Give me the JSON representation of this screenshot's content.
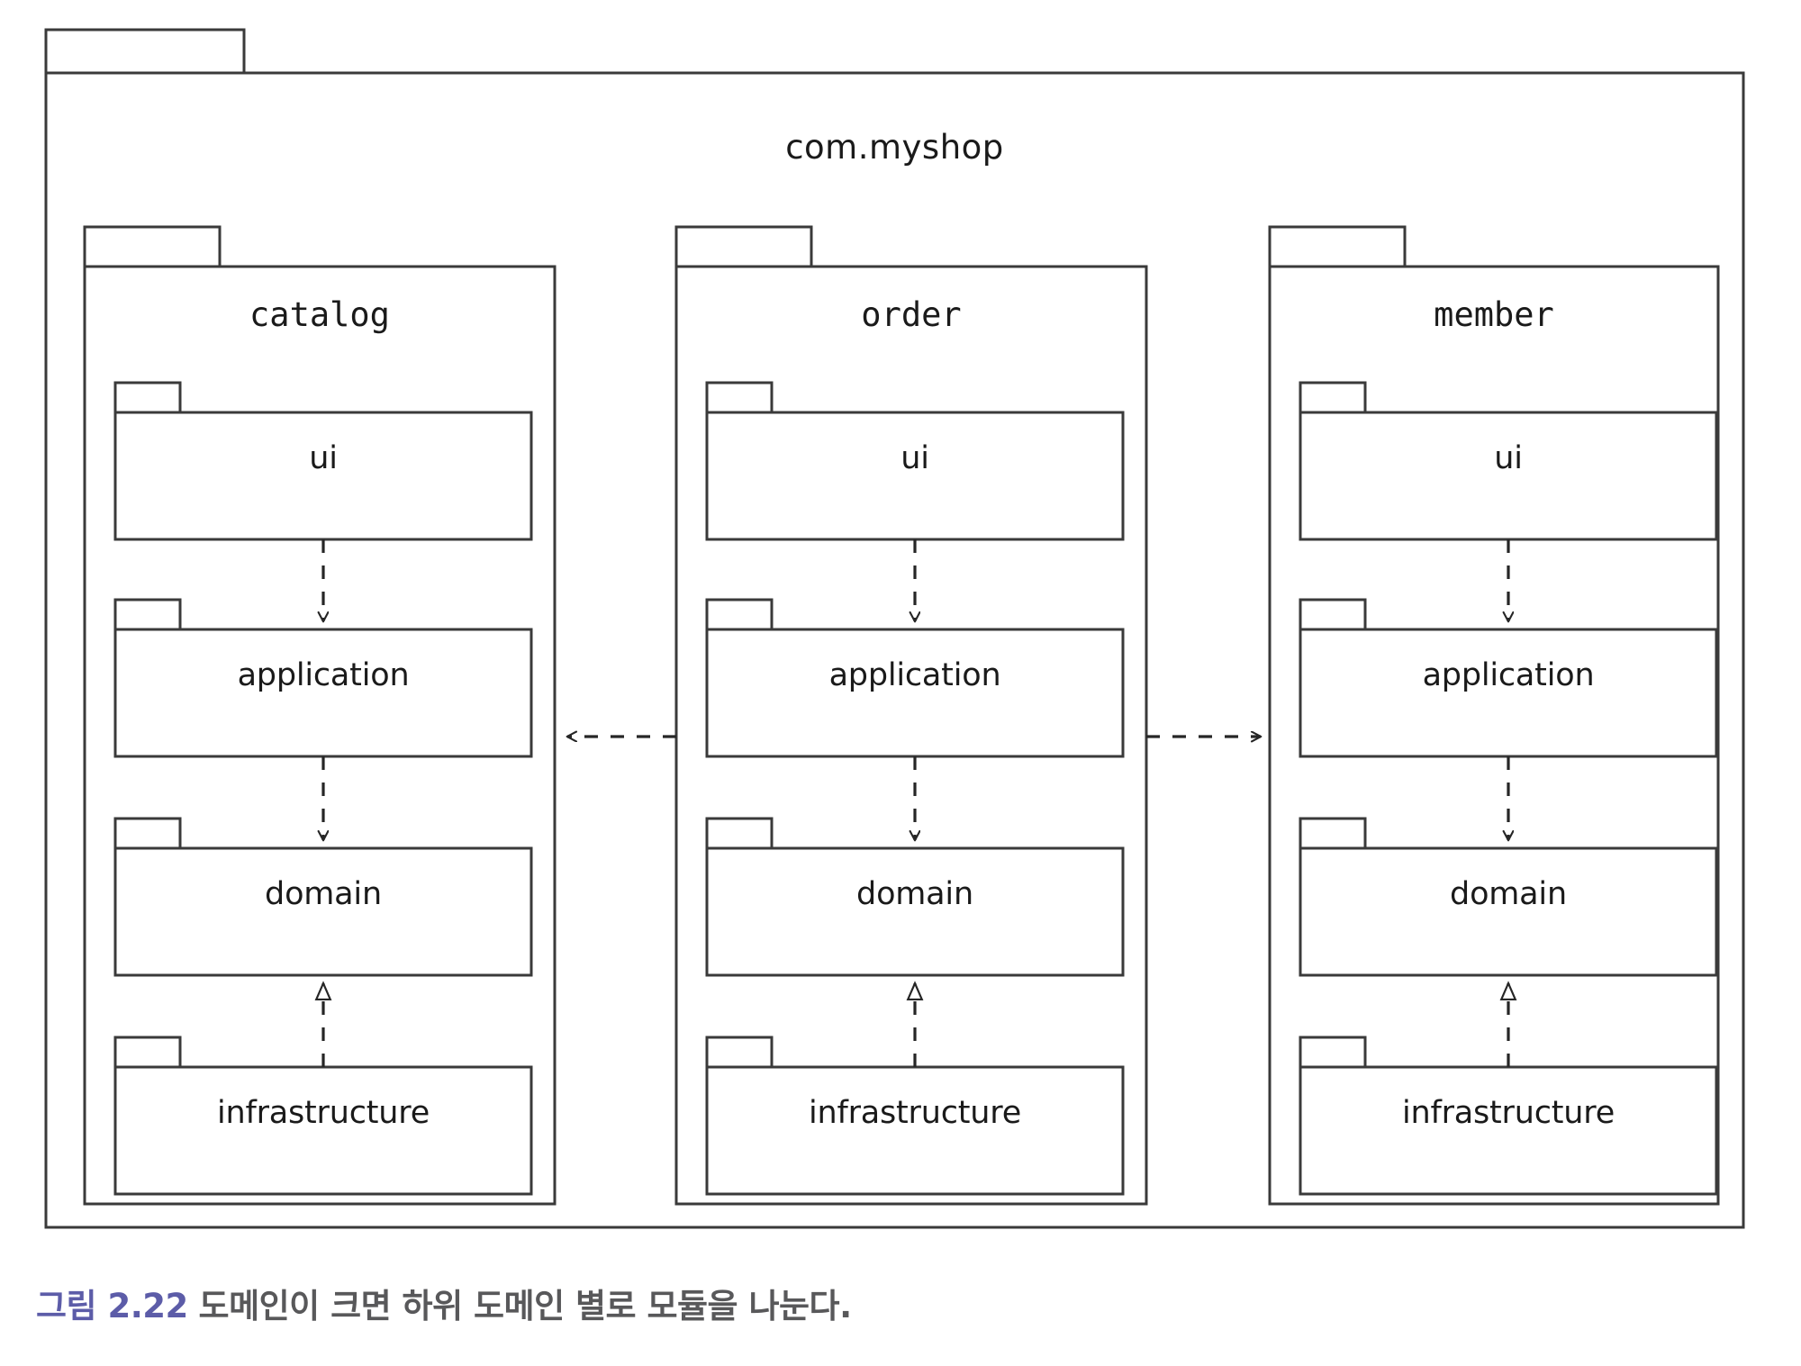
{
  "figure": {
    "domain_type": "uml-package-diagram",
    "root_package": "com.myshop",
    "stroke_color": "#3a3a3a",
    "fill_color": "#ffffff",
    "text_color": "#1a1a1a"
  },
  "caption": {
    "number": "그림 2.22",
    "number_color": "#5c5ca8",
    "text": "도메인이 크면 하위 도메인 별로 모듈을 나눈다.",
    "text_color": "#58585a"
  },
  "packages": [
    {
      "id": "catalog",
      "name": "catalog",
      "layers": [
        {
          "id": "catalog-ui",
          "name": "ui"
        },
        {
          "id": "catalog-application",
          "name": "application"
        },
        {
          "id": "catalog-domain",
          "name": "domain"
        },
        {
          "id": "catalog-infrastructure",
          "name": "infrastructure"
        }
      ]
    },
    {
      "id": "order",
      "name": "order",
      "layers": [
        {
          "id": "order-ui",
          "name": "ui"
        },
        {
          "id": "order-application",
          "name": "application"
        },
        {
          "id": "order-domain",
          "name": "domain"
        },
        {
          "id": "order-infrastructure",
          "name": "infrastructure"
        }
      ]
    },
    {
      "id": "member",
      "name": "member",
      "layers": [
        {
          "id": "member-ui",
          "name": "ui"
        },
        {
          "id": "member-application",
          "name": "application"
        },
        {
          "id": "member-domain",
          "name": "domain"
        },
        {
          "id": "member-infrastructure",
          "name": "infrastructure"
        }
      ]
    }
  ],
  "relations": [
    {
      "id": "catalog-ui-application",
      "from": "catalog.ui",
      "to": "catalog.application",
      "kind": "dependency",
      "style": "dashed-open-arrow",
      "direction": "down"
    },
    {
      "id": "catalog-application-domain",
      "from": "catalog.application",
      "to": "catalog.domain",
      "kind": "dependency",
      "style": "dashed-open-arrow",
      "direction": "down"
    },
    {
      "id": "catalog-infrastructure-domain",
      "from": "catalog.infrastructure",
      "to": "catalog.domain",
      "kind": "realization",
      "style": "dashed-hollow-triangle",
      "direction": "up"
    },
    {
      "id": "order-ui-application",
      "from": "order.ui",
      "to": "order.application",
      "kind": "dependency",
      "style": "dashed-open-arrow",
      "direction": "down"
    },
    {
      "id": "order-application-domain",
      "from": "order.application",
      "to": "order.domain",
      "kind": "dependency",
      "style": "dashed-open-arrow",
      "direction": "down"
    },
    {
      "id": "order-infrastructure-domain",
      "from": "order.infrastructure",
      "to": "order.domain",
      "kind": "realization",
      "style": "dashed-hollow-triangle",
      "direction": "up"
    },
    {
      "id": "member-ui-application",
      "from": "member.ui",
      "to": "member.application",
      "kind": "dependency",
      "style": "dashed-open-arrow",
      "direction": "down"
    },
    {
      "id": "member-application-domain",
      "from": "member.application",
      "to": "member.domain",
      "kind": "dependency",
      "style": "dashed-open-arrow",
      "direction": "down"
    },
    {
      "id": "member-infrastructure-domain",
      "from": "member.infrastructure",
      "to": "member.domain",
      "kind": "realization",
      "style": "dashed-hollow-triangle",
      "direction": "up"
    },
    {
      "id": "order-to-catalog",
      "from": "order",
      "to": "catalog",
      "kind": "dependency",
      "style": "dashed-open-arrow",
      "direction": "left"
    },
    {
      "id": "order-to-member",
      "from": "order",
      "to": "member",
      "kind": "dependency",
      "style": "dashed-open-arrow",
      "direction": "right"
    }
  ]
}
